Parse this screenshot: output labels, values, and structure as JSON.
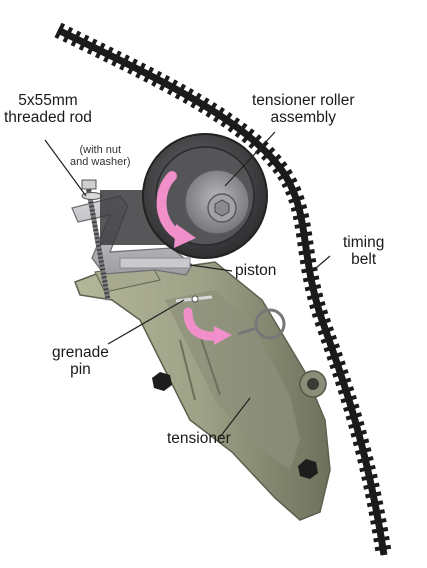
{
  "labels": {
    "rod_line1": "5x55mm",
    "rod_line2": "threaded rod",
    "rod_note_line1": "(with nut",
    "rod_note_line2": "and washer)",
    "roller_line1": "tensioner roller",
    "roller_line2": "assembly",
    "belt_line1": "timing",
    "belt_line2": "belt",
    "piston": "piston",
    "pin_line1": "grenade",
    "pin_line2": "pin",
    "tensioner": "tensioner"
  },
  "icons": [
    "timing-belt",
    "tensioner-roller",
    "threaded-rod",
    "piston",
    "grenade-pin",
    "tensioner-body",
    "rotation-arrow",
    "bolt"
  ],
  "colors": {
    "belt": "#1c1c1c",
    "tensioner_body": "#9c9f82",
    "roller_outer": "#4a4a4c",
    "roller_inner": "#8c8c8f",
    "arrow": "#ee7fc2",
    "bracket": "#b9babe",
    "leader": "#222222"
  }
}
